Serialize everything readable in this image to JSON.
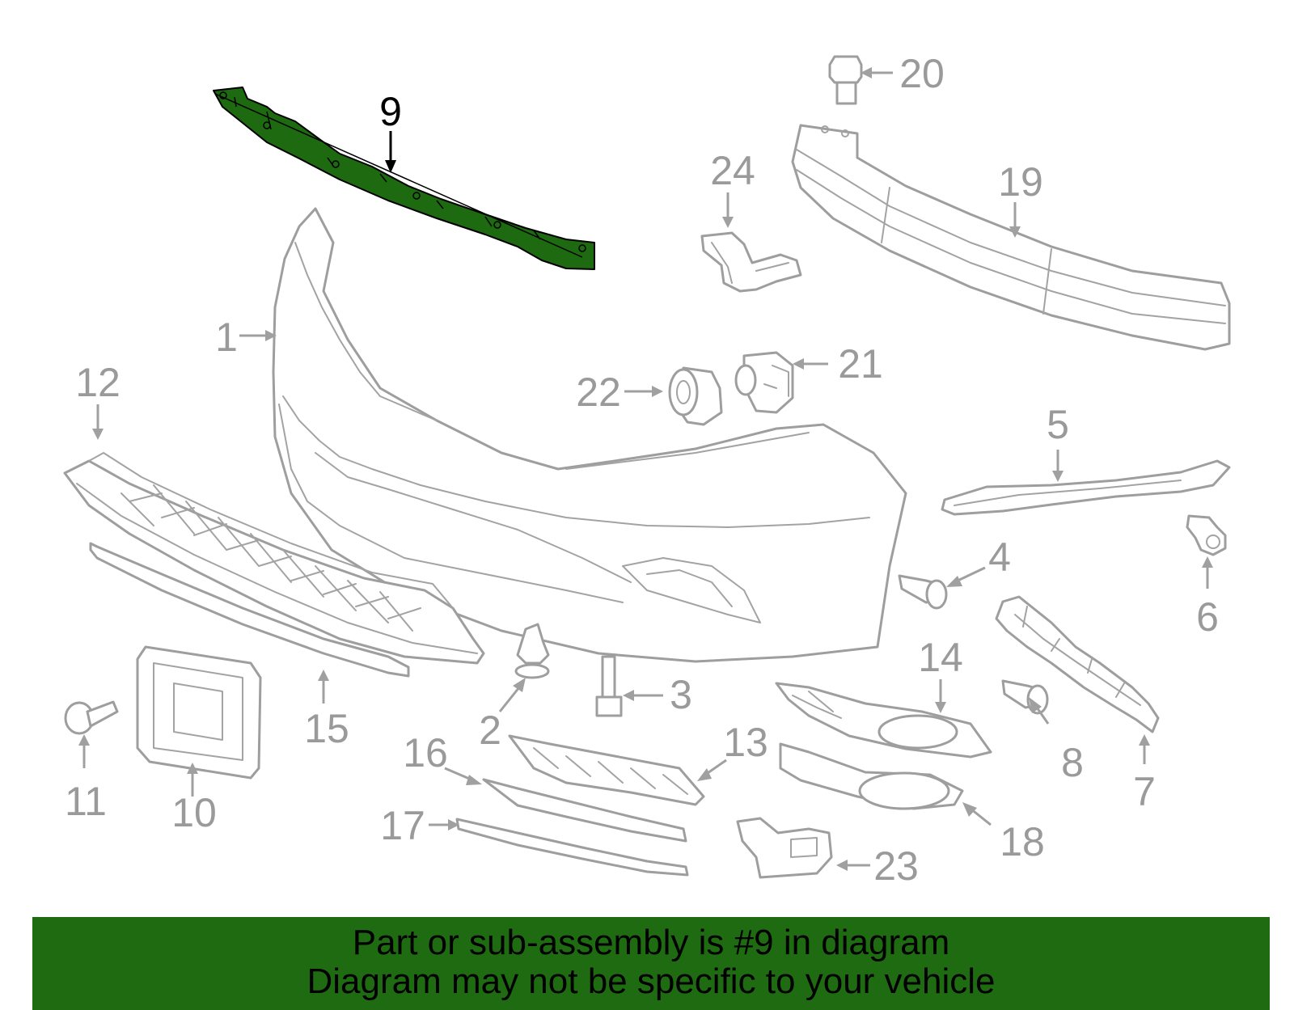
{
  "highlight": {
    "part_number": "9",
    "color": "#1e6b12"
  },
  "callouts": {
    "c1": "1",
    "c2": "2",
    "c3": "3",
    "c4": "4",
    "c5": "5",
    "c6": "6",
    "c7": "7",
    "c8": "8",
    "c9": "9",
    "c10": "10",
    "c11": "11",
    "c12": "12",
    "c13": "13",
    "c14": "14",
    "c15": "15",
    "c16": "16",
    "c17": "17",
    "c18": "18",
    "c19": "19",
    "c20": "20",
    "c21": "21",
    "c22": "22",
    "c23": "23",
    "c24": "24"
  },
  "footer": {
    "line1": "Part or sub-assembly is #9 in diagram",
    "line2": "Diagram may not be specific to your vehicle",
    "background": "#1e6b12"
  }
}
